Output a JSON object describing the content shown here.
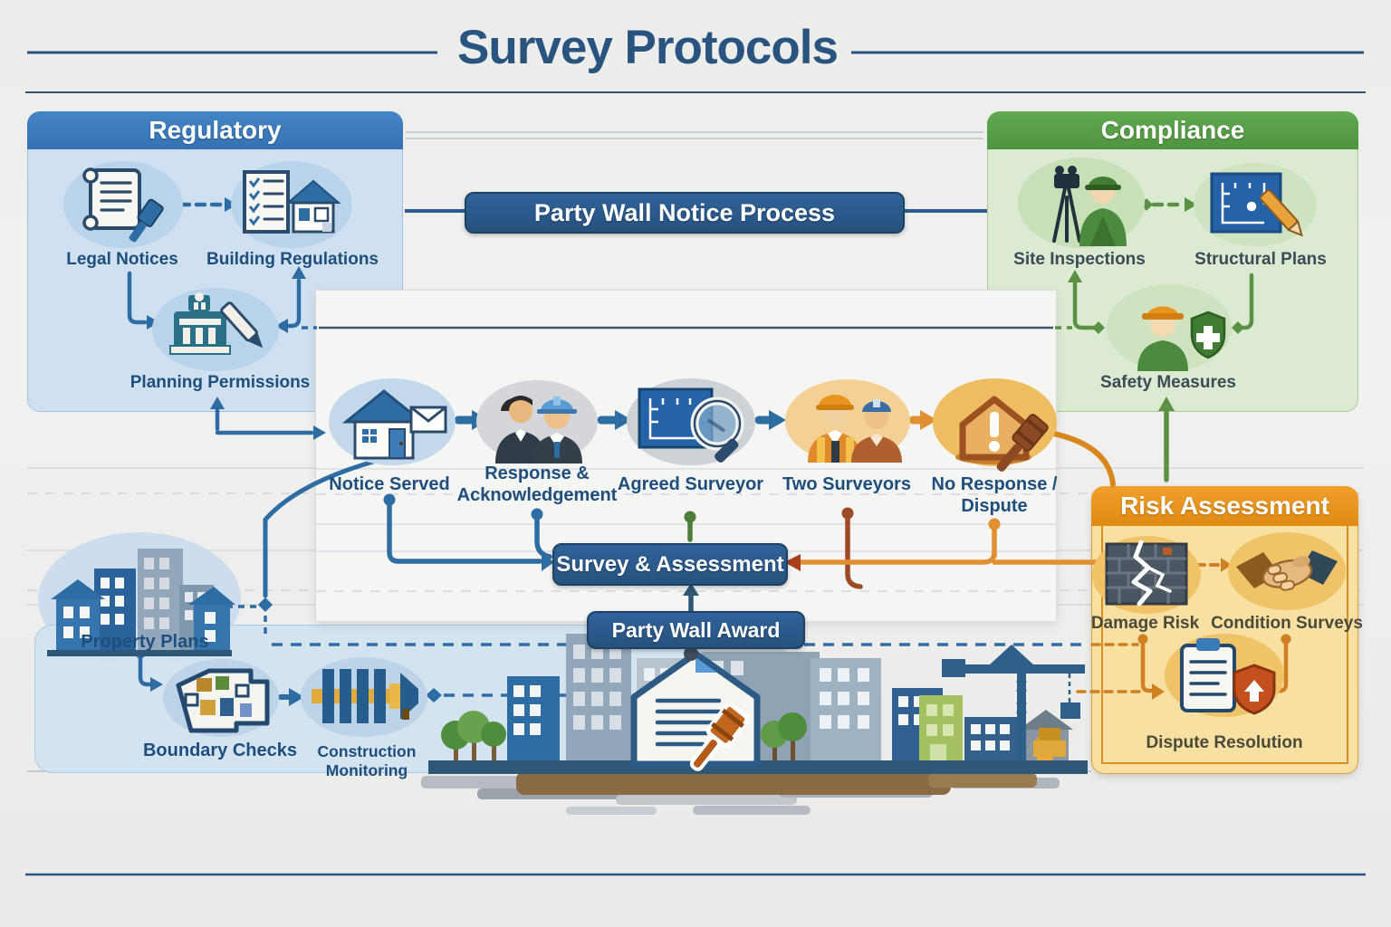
{
  "title": "Survey Protocols",
  "sections": {
    "regulatory": {
      "title": "Regulatory",
      "items": [
        "Legal Notices",
        "Building Regulations",
        "Planning Permissions"
      ]
    },
    "compliance": {
      "title": "Compliance",
      "items": [
        "Site Inspections",
        "Structural Plans",
        "Safety Measures"
      ]
    },
    "risk_assessment": {
      "title": "Risk Assessment",
      "items": [
        "Damage Risk",
        "Condition Surveys",
        "Dispute Resolution"
      ]
    },
    "site_survey": {
      "items": [
        "Property Plans",
        "Boundary Checks",
        "Construction Monitoring"
      ]
    }
  },
  "process": {
    "banner": "Party Wall Notice Process",
    "steps": [
      "Notice Served",
      "Response & Acknowledgement",
      "Agreed Surveyor",
      "Two Surveyors",
      "No Response / Dispute"
    ],
    "outcome_banner": "Survey & Assessment",
    "award_banner": "Party Wall Award"
  },
  "colors": {
    "title_text": "#2a5480",
    "regulatory_header": "#3b7abc",
    "regulatory_body": "#cfe1f1",
    "compliance_header": "#58a048",
    "compliance_body": "#dcead2",
    "risk_header": "#e8941f",
    "risk_body": "#f7e0a2",
    "banner_navy": "#2b5a85",
    "arrow_blue": "#2e6da4",
    "arrow_green": "#5a9144",
    "arrow_orange": "#e09030",
    "arrow_brown": "#9c4a28"
  }
}
